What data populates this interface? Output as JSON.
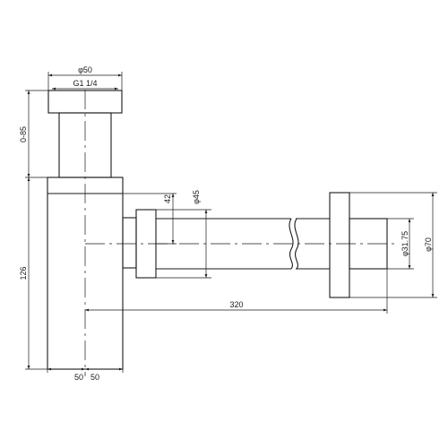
{
  "drawing": {
    "line_color": "#1a1a1a",
    "background": "#ffffff",
    "labels": {
      "top_diameter": "φ50",
      "thread": "G1 1/4",
      "height_range": "0-85",
      "body_height": "126",
      "outlet_height": "42",
      "nut_diameter": "φ45",
      "outlet_length": "320",
      "pipe_diameter": "φ31.75",
      "flange_diameter": "φ70",
      "base_left": "50",
      "base_right": "50"
    }
  }
}
